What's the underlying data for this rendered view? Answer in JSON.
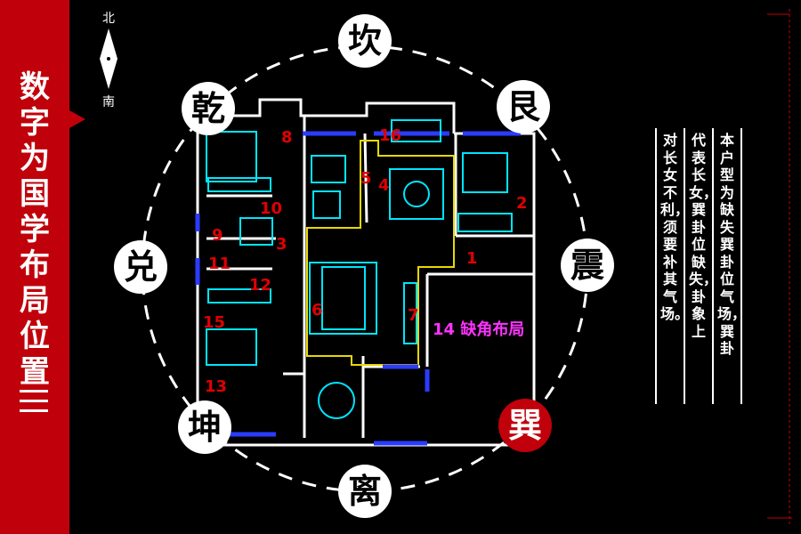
{
  "title": "数字为国学布局位置",
  "compass": {
    "north": "北",
    "south": "南"
  },
  "gua": {
    "kan": "坎",
    "gen": "艮",
    "zhen": "震",
    "xun": "巽",
    "li": "离",
    "kun": "坤",
    "dui": "兑",
    "qian": "乾"
  },
  "rooms": [
    "1",
    "2",
    "3",
    "4",
    "5",
    "6",
    "7",
    "8",
    "9",
    "10",
    "11",
    "12",
    "13",
    "15",
    "16"
  ],
  "missing_label": "14 缺角布局",
  "description": {
    "col1": "本户型为缺失巽卦位气场，巽卦",
    "col2": "代表长女，巽卦位缺失，卦象上",
    "col3": "对长女不利，须要补其气场。"
  },
  "colors": {
    "accent": "#c0000a",
    "wall": "#ffffff",
    "cad": "#00e5ff",
    "room_number": "#e00000",
    "missing_label": "#ff33ff"
  }
}
